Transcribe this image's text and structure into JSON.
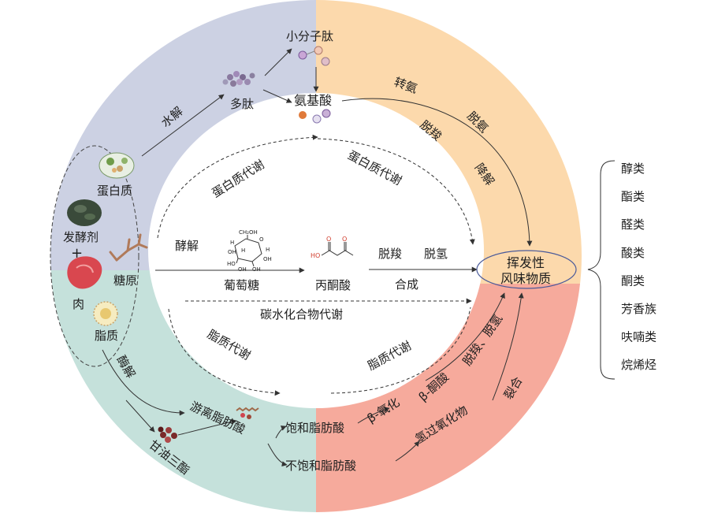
{
  "diagram": {
    "colors": {
      "protein_quadrant": "#ccd1e3",
      "amino_quadrant": "#fcd9ac",
      "lipid_quadrant": "#c5e1db",
      "flavor_quadrant": "#f6aa9c",
      "oval_stroke": "#4a5a9a",
      "plus": "#e03a3a"
    },
    "raw_materials": {
      "protein": "蛋白质",
      "starter": "发酵剂",
      "plus": "+",
      "meat": "肉",
      "glycogen": "糖原",
      "lipid": "脂质"
    },
    "protein_branch": {
      "hydrolysis": "水解",
      "polypeptide": "多肽",
      "small_peptide": "小分子肽",
      "amino_acid": "氨基酸",
      "transamination": "转氨",
      "deamination": "脱氨",
      "decarboxylation": "脱羧",
      "degradation": "降解",
      "metabolism_left": "蛋白质代谢",
      "metabolism_right": "蛋白质代谢"
    },
    "carbohydrate_branch": {
      "enzymolysis": "酵解",
      "glucose": "葡萄糖",
      "pyruvate": "丙酮酸",
      "decarboxylation": "脱羧",
      "dehydrogenation": "脱氢",
      "synthesis": "合成",
      "metabolism": "碳水化合物代谢",
      "glucose_struct": {
        "ch2oh": "CH₂OH",
        "h": "H",
        "oh": "OH",
        "o": "O",
        "ho": "HO"
      },
      "pyruvate_struct": {
        "ho": "HO",
        "o": "O"
      }
    },
    "lipid_branch": {
      "enzymolysis": "酶解",
      "free_fatty_acid": "游离脂肪酸",
      "triglyceride": "甘油三酯",
      "saturated_fa": "饱和脂肪酸",
      "unsaturated_fa": "不饱和脂肪酸",
      "beta_oxidation": "β-氧化",
      "beta_ketoacid": "β-酮酸",
      "decarb_dehydro": "脱羧、脱氢",
      "hydroperoxide": "氢过氧化物",
      "cleavage": "裂合",
      "metabolism_left": "脂质代谢",
      "metabolism_right": "脂质代谢"
    },
    "center": {
      "line1": "挥发性",
      "line2": "风味物质"
    },
    "volatile_classes": [
      "醇类",
      "酯类",
      "醛类",
      "酸类",
      "酮类",
      "芳香族",
      "呋喃类",
      "烷烯烃"
    ]
  }
}
